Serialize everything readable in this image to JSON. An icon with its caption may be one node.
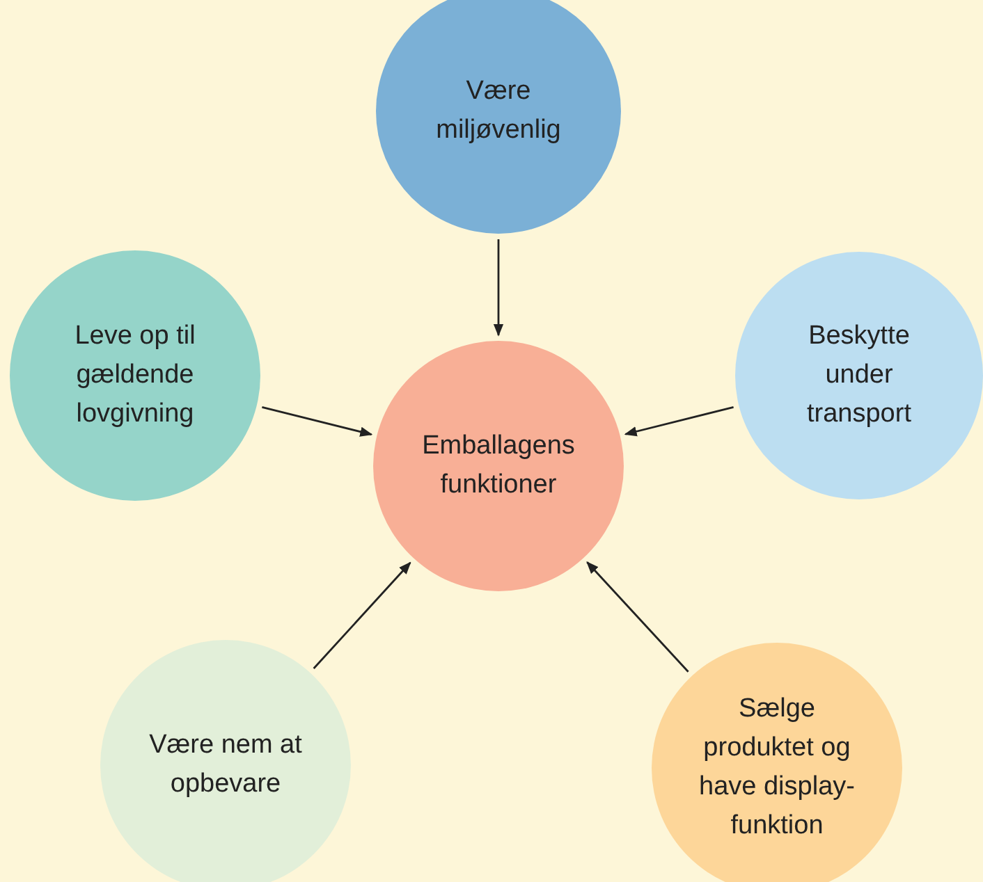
{
  "diagram": {
    "nodes": [
      {
        "text": [
          "Være miljøvenlig"
        ]
      },
      {
        "text": [
          "Leve op til gældende lovgivning"
        ]
      },
      {
        "text": [
          "Beskytte under transport"
        ]
      },
      {
        "text": [
          "Emballagens funktioner"
        ]
      },
      {
        "text": [
          "Være nem at opbevare"
        ]
      },
      {
        "text": [
          "Sælge produktet og have display-funktion"
        ]
      }
    ],
    "edges": [
      {
        "from": 0,
        "to": 3,
        "arrow": "to"
      },
      {
        "from": 1,
        "to": 3,
        "arrow": "to"
      },
      {
        "from": 2,
        "to": 3,
        "arrow": "to"
      },
      {
        "from": 4,
        "to": 3,
        "arrow": "to"
      },
      {
        "from": 5,
        "to": 3,
        "arrow": "to"
      }
    ]
  }
}
